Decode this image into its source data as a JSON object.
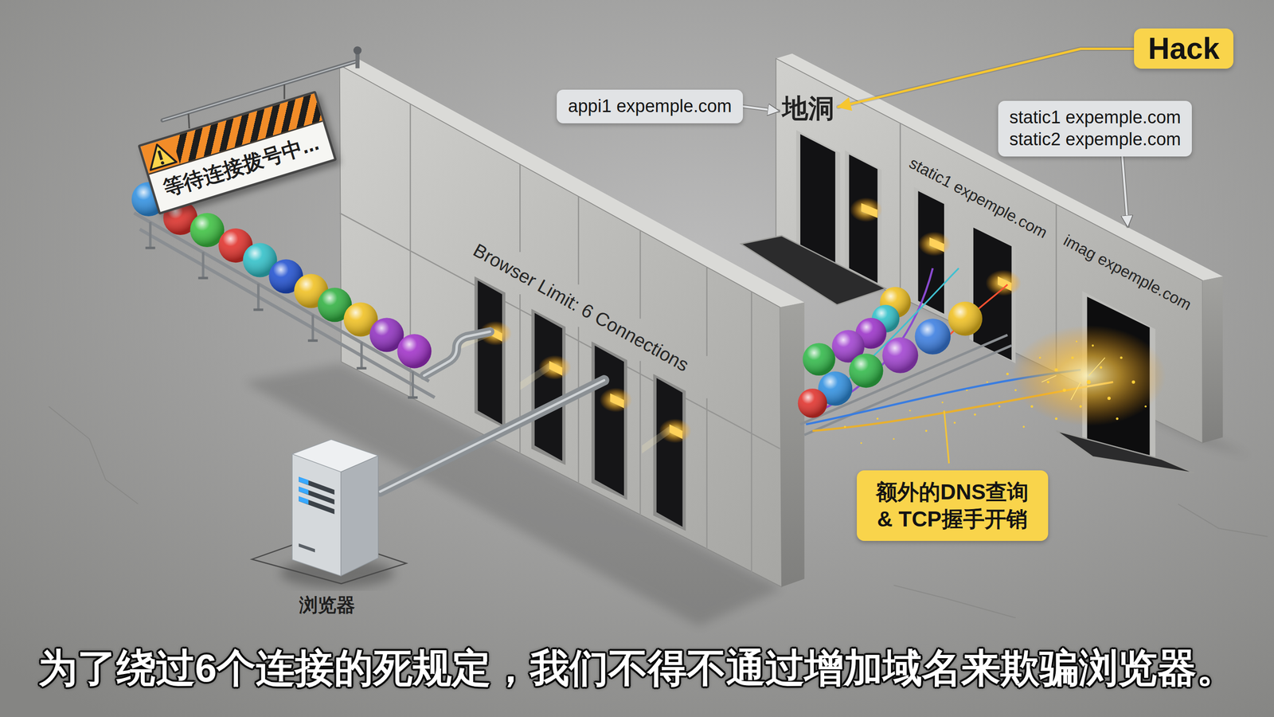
{
  "diagram": {
    "caption": "为了绕过6个连接的死规定，我们不得不通过增加域名来欺骗浏览器。",
    "nodes": [
      {
        "text": [
          "等待连接拨号中..."
        ]
      },
      {
        "text": [
          "Browser Limit: 6 Connections"
        ]
      },
      {
        "text": [
          "浏览器"
        ]
      },
      {
        "text": [
          "地洞"
        ]
      },
      {
        "text": [
          "static1 expemple.com"
        ]
      },
      {
        "text": [
          "imag expemple.com"
        ]
      },
      {
        "text": [
          "appi1 expemple.com"
        ]
      },
      {
        "text": [
          "Hack"
        ]
      },
      {
        "text": [
          "static1 expemple.com",
          "static2 expemple.com"
        ]
      },
      {
        "text": [
          "额外的DNS查询 & TCP握手开销"
        ]
      }
    ],
    "edges": [
      {
        "from": 6,
        "to": 3,
        "arrow": "to"
      },
      {
        "from": 7,
        "to": 3,
        "arrow": "to"
      },
      {
        "from": 8,
        "to": 5,
        "arrow": "to"
      },
      {
        "from": 2,
        "to": 1,
        "arrow": "none"
      }
    ]
  }
}
